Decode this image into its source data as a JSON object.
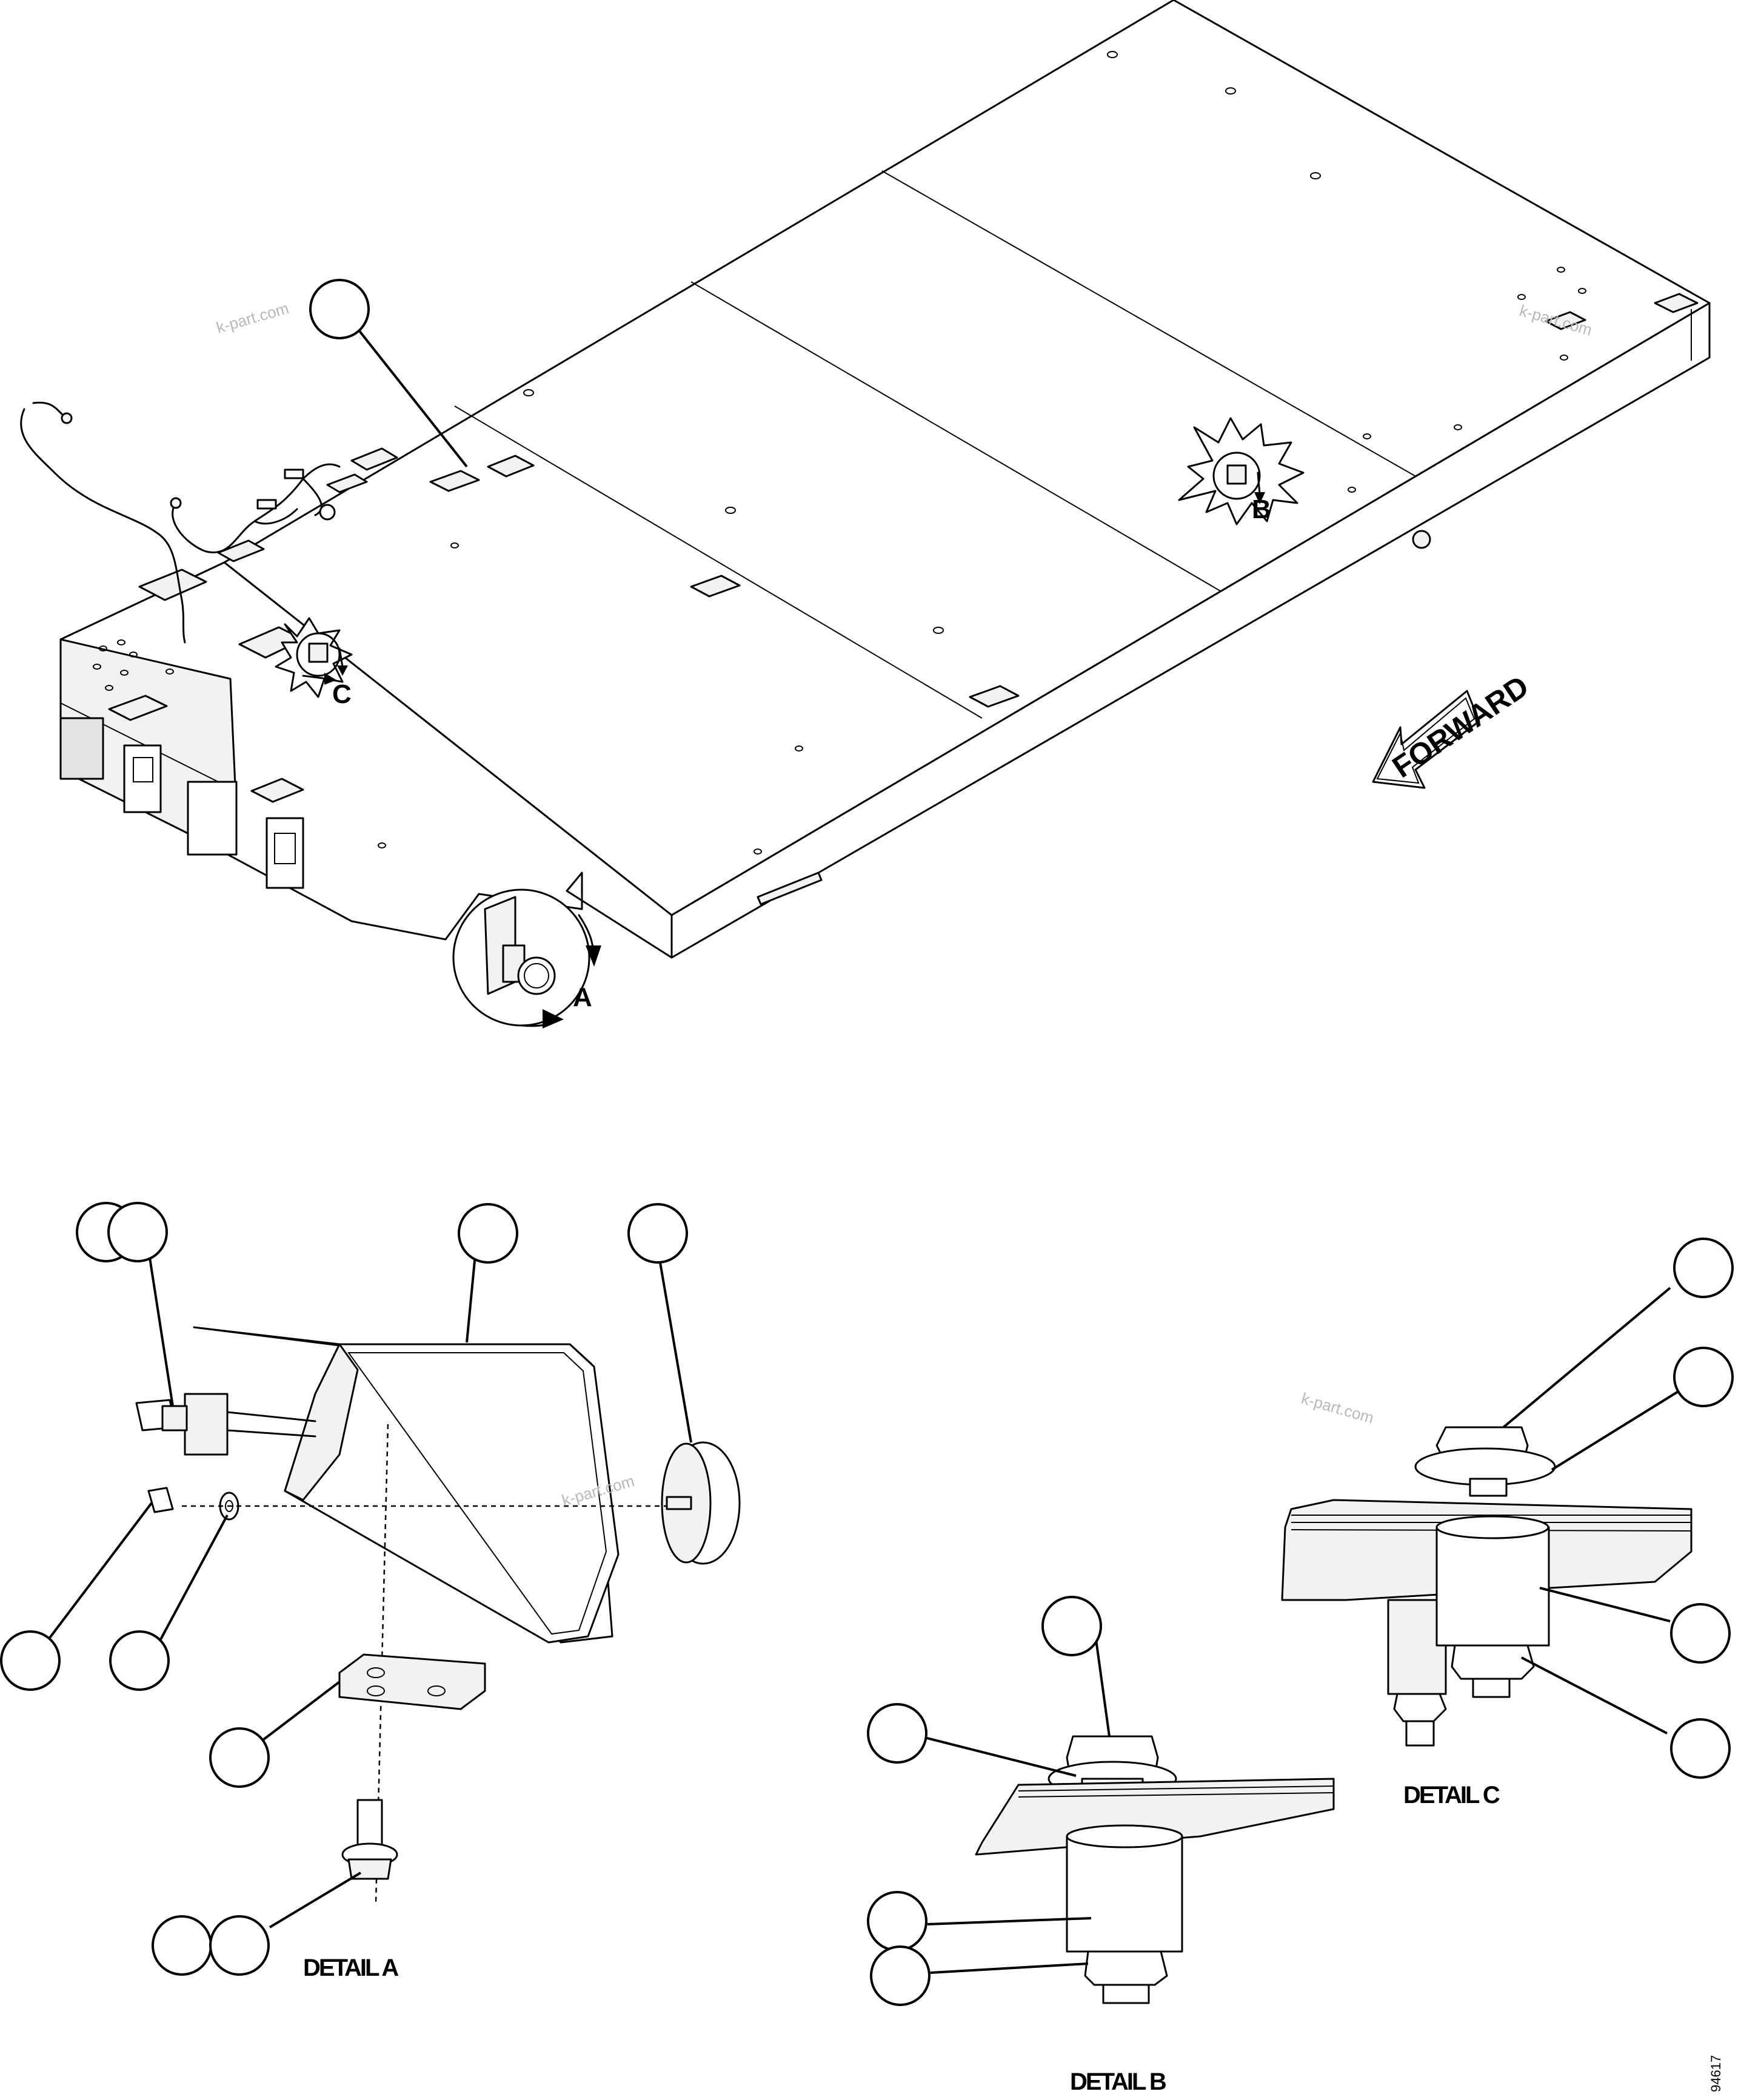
{
  "labels": {
    "detail_ref_a": "A",
    "detail_ref_b": "B",
    "detail_ref_c": "C",
    "forward": "FORWARD",
    "detail_a": "DETAIL A",
    "detail_b": "DETAIL B",
    "detail_c": "DETAIL C",
    "drawing_number": "94617"
  },
  "watermark": "k-part.com"
}
